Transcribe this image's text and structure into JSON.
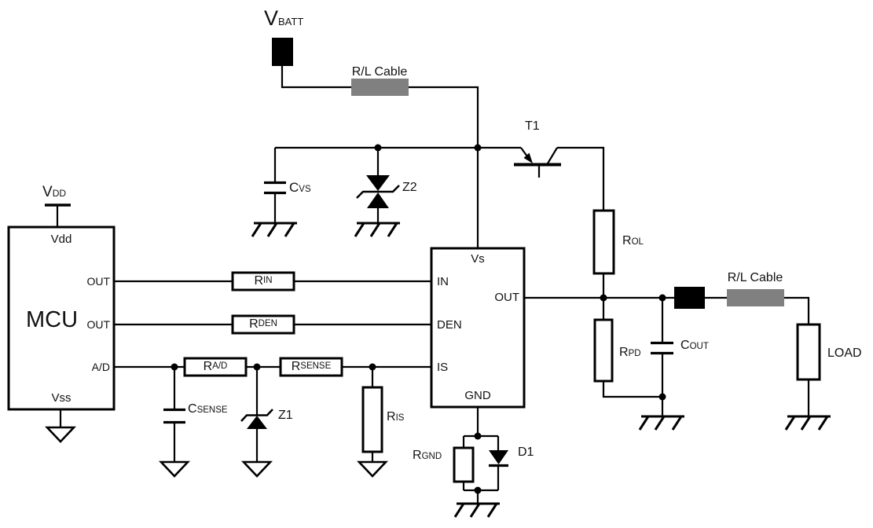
{
  "diagram": {
    "colors": {
      "line": "#000000",
      "cable_gray": "#808080",
      "connector_black": "#000000",
      "text": "#111111"
    },
    "power": {
      "vbatt": {
        "main": "V",
        "sub": "BATT"
      },
      "vdd_supply": {
        "main": "V",
        "sub": "DD"
      }
    },
    "cables": {
      "top_label": "R/L Cable",
      "right_label": "R/L Cable"
    },
    "mcu": {
      "title": "MCU",
      "pin_vdd": "Vdd",
      "pin_vss": "Vss",
      "pin_out1": "OUT",
      "pin_out2": "OUT",
      "pin_ad": "A/D"
    },
    "ic": {
      "pin_vs": "Vs",
      "pin_in": "IN",
      "pin_out": "OUT",
      "pin_den": "DEN",
      "pin_is": "IS",
      "pin_gnd": "GND"
    },
    "components": {
      "rin": {
        "main": "R",
        "sub": "IN"
      },
      "rden": {
        "main": "R",
        "sub": "DEN"
      },
      "rad": {
        "main": "R",
        "sub": "A/D"
      },
      "rsense": {
        "main": "R",
        "sub": "SENSE"
      },
      "csense": {
        "main": "C",
        "sub": "SENSE"
      },
      "cvs": {
        "main": "C",
        "sub": "VS"
      },
      "cout": {
        "main": "C",
        "sub": "OUT"
      },
      "rol": {
        "main": "R",
        "sub": "OL"
      },
      "rpd": {
        "main": "R",
        "sub": "PD"
      },
      "ris": {
        "main": "R",
        "sub": "IS"
      },
      "rgnd": {
        "main": "R",
        "sub": "GND"
      },
      "t1": "T1",
      "z1": "Z1",
      "z2": "Z2",
      "d1": "D1",
      "load": "LOAD"
    }
  }
}
